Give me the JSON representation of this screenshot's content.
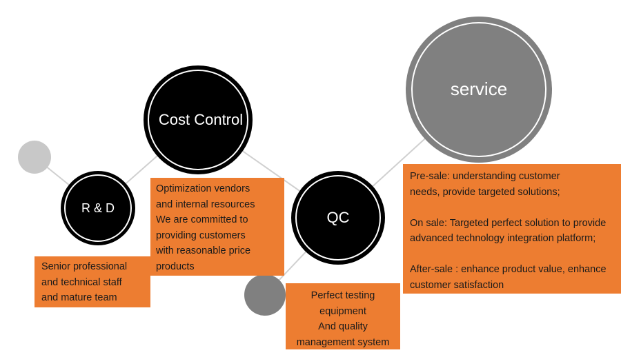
{
  "nodes": {
    "rd": {
      "label": "R & D"
    },
    "cost": {
      "label": "Cost Control"
    },
    "qc": {
      "label": "QC"
    },
    "service": {
      "label": "service"
    }
  },
  "boxes": {
    "rd": {
      "lines": [
        "Senior professional",
        "and technical staff",
        "and mature team"
      ]
    },
    "cost": {
      "lines": [
        "Optimization vendors",
        "and internal resources",
        "We are committed to",
        "providing customers",
        "with reasonable price",
        "products"
      ]
    },
    "qc": {
      "lines": [
        "Perfect testing",
        "equipment",
        "And quality",
        "management system"
      ]
    },
    "service": {
      "lines": [
        "Pre-sale: understanding customer",
        "needs, provide targeted solutions;",
        "",
        "On sale: Targeted perfect solution to provide",
        "advanced technology integration platform;",
        "",
        "After-sale : enhance product value, enhance",
        "customer satisfaction"
      ]
    }
  },
  "colors": {
    "accent": "#ED7D31",
    "node_dark": "#000000",
    "node_gray": "#808080",
    "dot_light": "#C8C8C8",
    "connector": "#D0D0D0"
  }
}
